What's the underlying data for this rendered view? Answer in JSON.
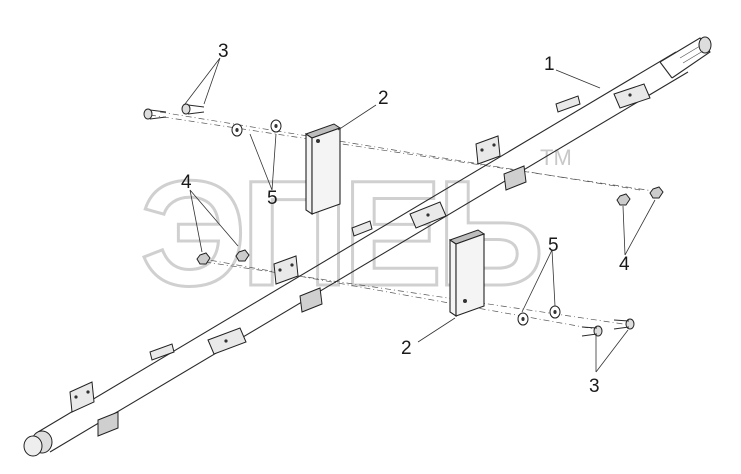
{
  "watermark": {
    "text": "ЭПЕЬ",
    "tm": "TM"
  },
  "callouts": {
    "c1": "1",
    "c2_top": "2",
    "c2_bottom": "2",
    "c3_top": "3",
    "c3_bottom": "3",
    "c4_left": "4",
    "c4_right": "4",
    "c5_left": "5",
    "c5_right": "5"
  },
  "colors": {
    "line": "#2a2a2a",
    "watermark": "#d0d0d0",
    "background": "#ffffff"
  }
}
